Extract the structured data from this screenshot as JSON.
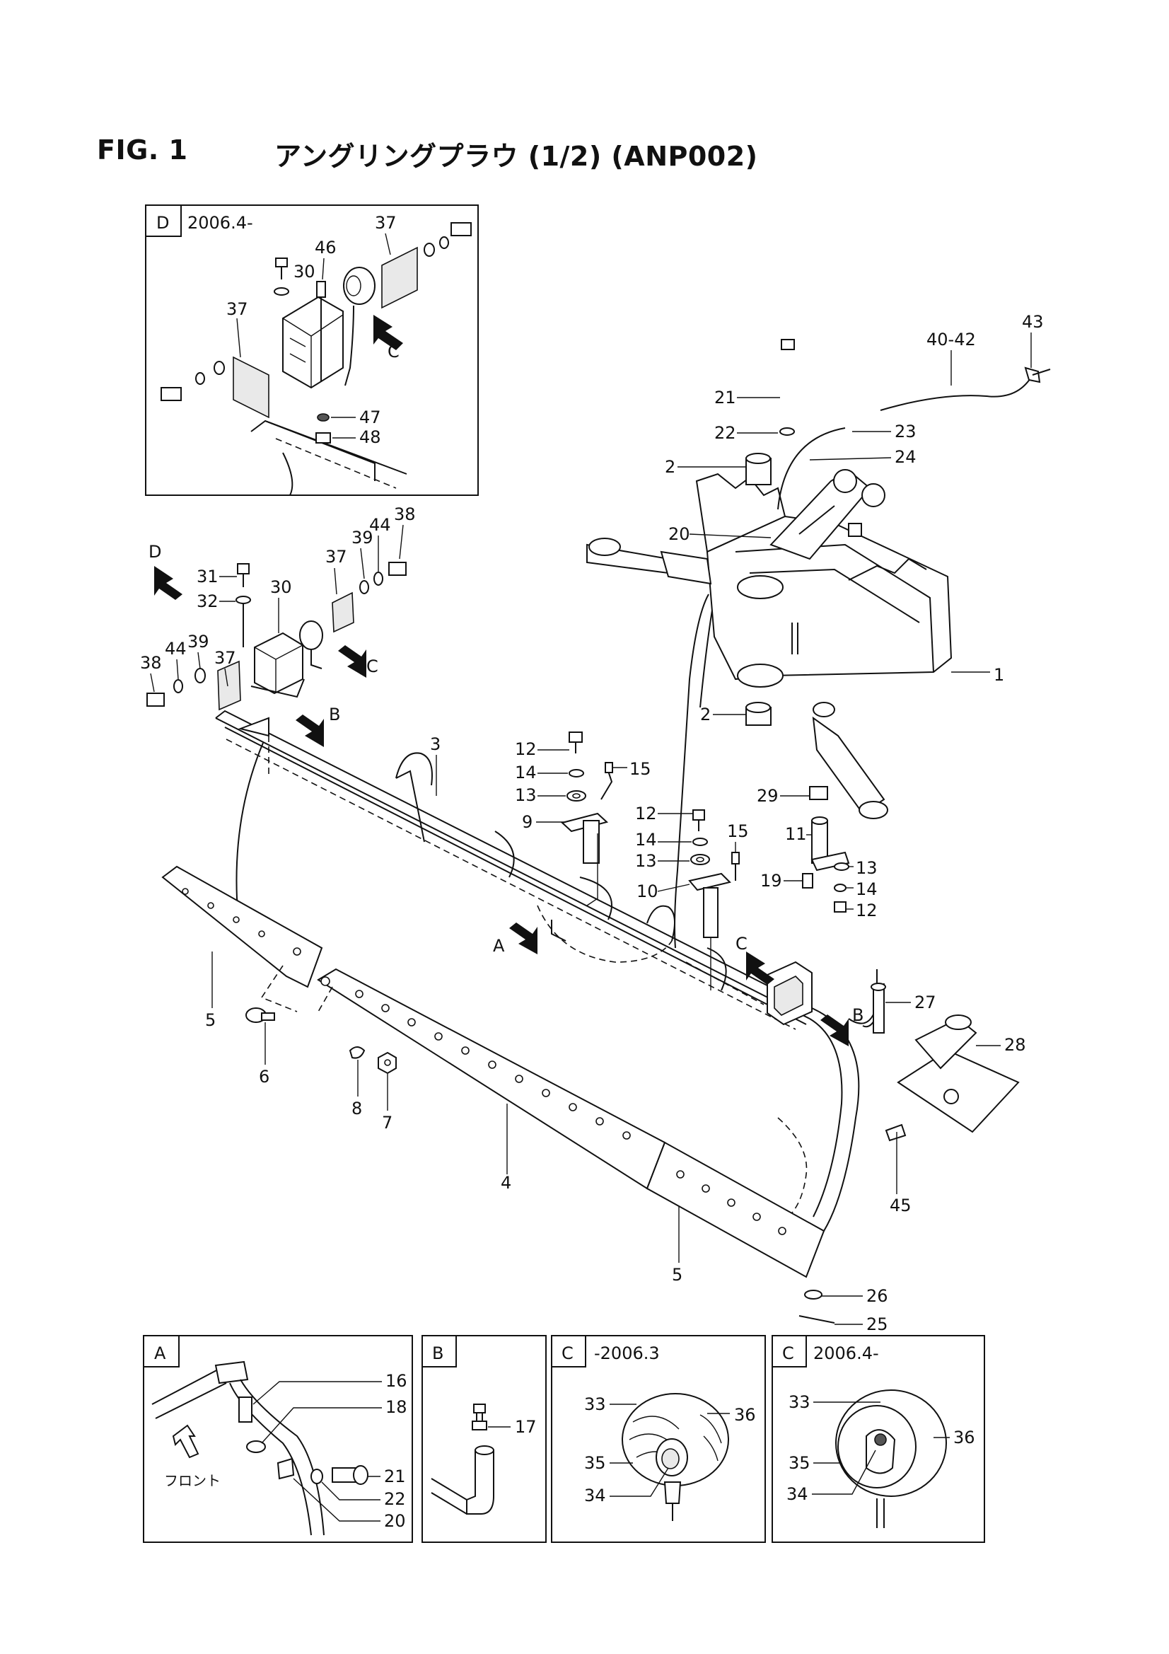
{
  "header": {
    "fig_label": "FIG. 1",
    "title": "アングリングプラウ (1/2) (ANP002)"
  },
  "main_labels": {
    "l1": "1",
    "l2a": "2",
    "l2b": "2",
    "l3": "3",
    "l4": "4",
    "l5a": "5",
    "l5b": "5",
    "l6": "6",
    "l7": "7",
    "l8": "8",
    "l9": "9",
    "l10": "10",
    "l11": "11",
    "l12a": "12",
    "l12b": "12",
    "l12c": "12",
    "l13a": "13",
    "l13b": "13",
    "l13c": "13",
    "l14a": "14",
    "l14b": "14",
    "l14c": "14",
    "l15a": "15",
    "l15b": "15",
    "l19": "19",
    "l20": "20",
    "l21": "21",
    "l22": "22",
    "l23": "23",
    "l24": "24",
    "l25": "25",
    "l26": "26",
    "l27": "27",
    "l28": "28",
    "l29": "29",
    "l30": "30",
    "l31": "31",
    "l32": "32",
    "l37a": "37",
    "l37b": "37",
    "l38a": "38",
    "l38b": "38",
    "l39a": "39",
    "l39b": "39",
    "l44a": "44",
    "l44b": "44",
    "l40_42": "40-42",
    "l43": "43",
    "l45": "45",
    "arrow_a": "A",
    "arrow_b1": "B",
    "arrow_b2": "B",
    "arrow_c1": "C",
    "arrow_c2": "C",
    "arrow_d": "D"
  },
  "inset_d": {
    "tag": "D",
    "date": "2006.4-",
    "labels": {
      "l37a": "37",
      "l37b": "37",
      "l46": "46",
      "l30": "30",
      "l47": "47",
      "l48": "48",
      "lc": "C"
    }
  },
  "inset_a": {
    "tag": "A",
    "front_text": "フロント",
    "labels": {
      "l16": "16",
      "l18": "18",
      "l21": "21",
      "l22": "22",
      "l20": "20"
    }
  },
  "inset_b": {
    "tag": "B",
    "labels": {
      "l17": "17"
    }
  },
  "inset_c1": {
    "tag": "C",
    "date": "-2006.3",
    "labels": {
      "l33": "33",
      "l36": "36",
      "l35": "35",
      "l34": "34"
    }
  },
  "inset_c2": {
    "tag": "C",
    "date": "2006.4-",
    "labels": {
      "l33": "33",
      "l36": "36",
      "l35": "35",
      "l34": "34"
    }
  }
}
